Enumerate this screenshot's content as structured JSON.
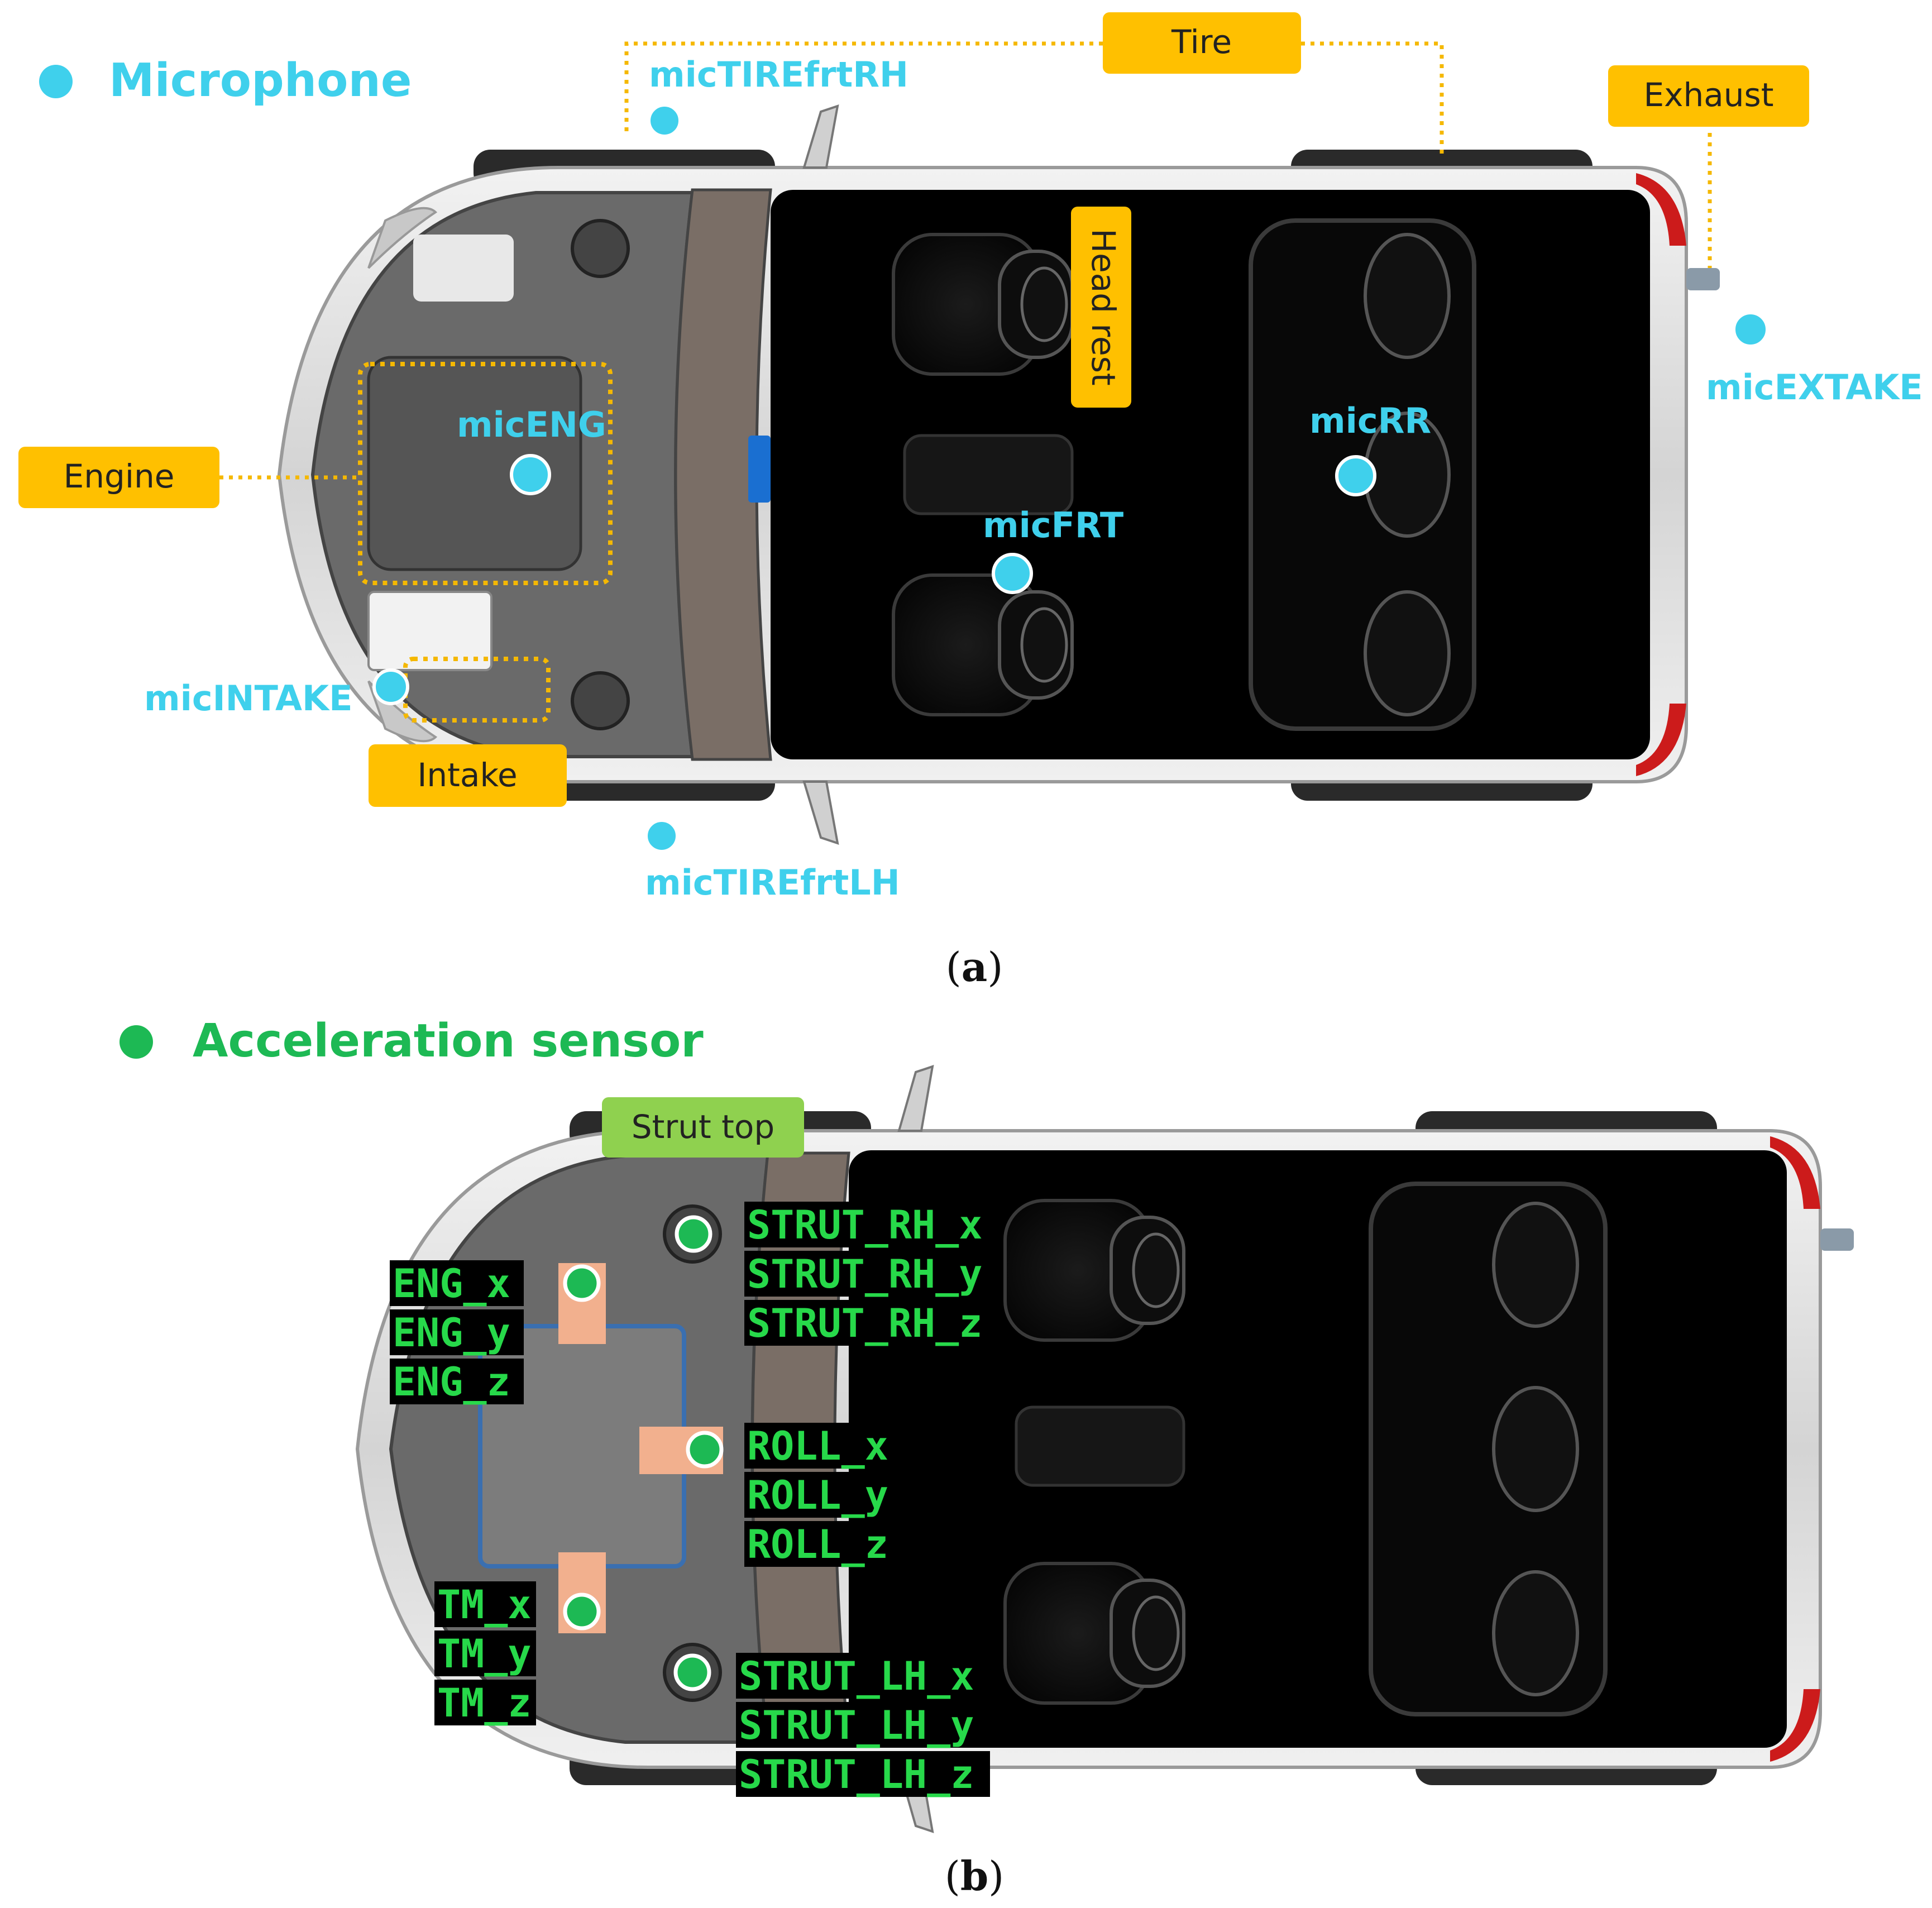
{
  "colors": {
    "mic": "#3fd0ec",
    "acc": "#1db954",
    "tag_orange": "#ffc000",
    "tag_green": "#8fd14f",
    "dotted": "#f5b800"
  },
  "panel_a": {
    "legend": "Microphone",
    "mics": {
      "tire_rh": "micTIREfrtRH",
      "tire_lh": "micTIREfrtLH",
      "eng": "micENG",
      "intake": "micINTAKE",
      "frt": "micFRT",
      "rr": "micRR",
      "extake": "micEXTAKE"
    },
    "tags": {
      "tire": "Tire",
      "exhaust": "Exhaust",
      "head_rest": "Head rest",
      "engine": "Engine",
      "intake": "Intake"
    },
    "caption": {
      "open": "(",
      "letter": "a",
      "close": ")"
    }
  },
  "panel_b": {
    "legend": "Acceleration sensor",
    "tag": "Strut top",
    "groups": {
      "strut_rh": [
        "STRUT_RH_x",
        "STRUT_RH_y",
        "STRUT_RH_z"
      ],
      "eng": [
        "ENG_x",
        "ENG_y",
        "ENG_z"
      ],
      "roll": [
        "ROLL_x",
        "ROLL_y",
        "ROLL_z"
      ],
      "tm": [
        "TM_x",
        "TM_y",
        "TM_z"
      ],
      "strut_lh": [
        "STRUT_LH_x",
        "STRUT_LH_y",
        "STRUT_LH_z"
      ]
    },
    "caption": {
      "open": "(",
      "letter": "b",
      "close": ")"
    }
  }
}
